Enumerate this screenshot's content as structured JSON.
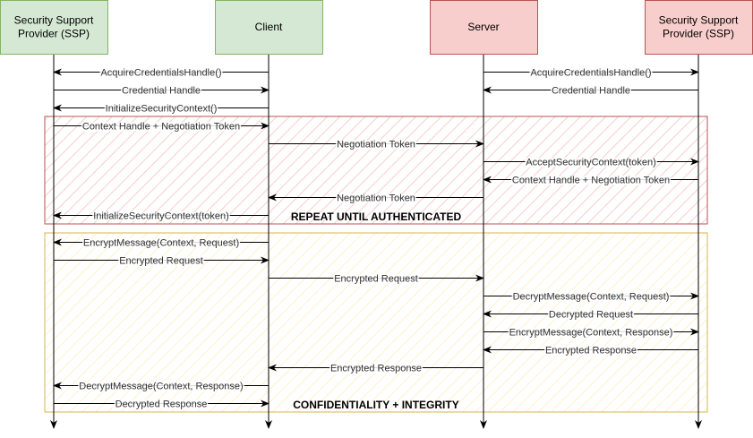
{
  "title": "SSPI Security Support Provider sequence diagram",
  "actors": [
    {
      "id": "ssp-client",
      "label_lines": [
        "Security Support",
        "Provider (SSP)"
      ],
      "fill": "#d5e8d4",
      "stroke": "#82b366"
    },
    {
      "id": "client",
      "label_lines": [
        "Client"
      ],
      "fill": "#d5e8d4",
      "stroke": "#82b366"
    },
    {
      "id": "server",
      "label_lines": [
        "Server"
      ],
      "fill": "#f8cecc",
      "stroke": "#b85450"
    },
    {
      "id": "ssp-server",
      "label_lines": [
        "Security Support",
        "Provider (SSP)"
      ],
      "fill": "#f8cecc",
      "stroke": "#b85450"
    }
  ],
  "frames": [
    {
      "id": "repeat-frame",
      "label": "REPEAT UNTIL AUTHENTICATED",
      "stroke": "#b85450",
      "hatch": "#f8cecc",
      "from_step": 3,
      "to_step": 8
    },
    {
      "id": "confidentiality-frame",
      "label": "CONFIDENTIALITY + INTEGRITY",
      "stroke": "#d6b656",
      "hatch": "#fff2cc",
      "from_step": 9,
      "to_step": 18
    }
  ],
  "messages": [
    {
      "from": "client",
      "to": "ssp-client",
      "label": "AcquireCredentialsHandle()",
      "row": 0
    },
    {
      "from": "server",
      "to": "ssp-server",
      "label": "AcquireCredentialsHandle()",
      "row": 0
    },
    {
      "from": "ssp-client",
      "to": "client",
      "label": "Credential Handle",
      "row": 1
    },
    {
      "from": "ssp-server",
      "to": "server",
      "label": "Credential Handle",
      "row": 1
    },
    {
      "from": "client",
      "to": "ssp-client",
      "label": "InitializeSecurityContext()",
      "row": 2
    },
    {
      "from": "ssp-client",
      "to": "client",
      "label": "Context Handle + Negotiation Token",
      "row": 3
    },
    {
      "from": "client",
      "to": "server",
      "label": "Negotiation Token",
      "row": 4
    },
    {
      "from": "server",
      "to": "ssp-server",
      "label": "AcceptSecurityContext(token)",
      "row": 5
    },
    {
      "from": "ssp-server",
      "to": "server",
      "label": "Context Handle + Negotiation Token",
      "row": 6
    },
    {
      "from": "server",
      "to": "client",
      "label": "Negotiation Token",
      "row": 7
    },
    {
      "from": "client",
      "to": "ssp-client",
      "label": "InitializeSecurityContext(token)",
      "row": 8
    },
    {
      "from": "client",
      "to": "ssp-client",
      "label": "EncryptMessage(Context, Request)",
      "row": 9
    },
    {
      "from": "ssp-client",
      "to": "client",
      "label": "Encrypted Request",
      "row": 10
    },
    {
      "from": "client",
      "to": "server",
      "label": "Encrypted Request",
      "row": 11
    },
    {
      "from": "server",
      "to": "ssp-server",
      "label": "DecryptMessage(Context, Request)",
      "row": 12
    },
    {
      "from": "ssp-server",
      "to": "server",
      "label": "Decrypted Request",
      "row": 13
    },
    {
      "from": "server",
      "to": "ssp-server",
      "label": "EncryptMessage(Context, Response)",
      "row": 14
    },
    {
      "from": "ssp-server",
      "to": "server",
      "label": "Encrypted Response",
      "row": 15
    },
    {
      "from": "server",
      "to": "client",
      "label": "Encrypted Response",
      "row": 16
    },
    {
      "from": "client",
      "to": "ssp-client",
      "label": "DecryptMessage(Context, Response)",
      "row": 17
    },
    {
      "from": "ssp-client",
      "to": "client",
      "label": "Decrypted Response",
      "row": 18
    }
  ]
}
